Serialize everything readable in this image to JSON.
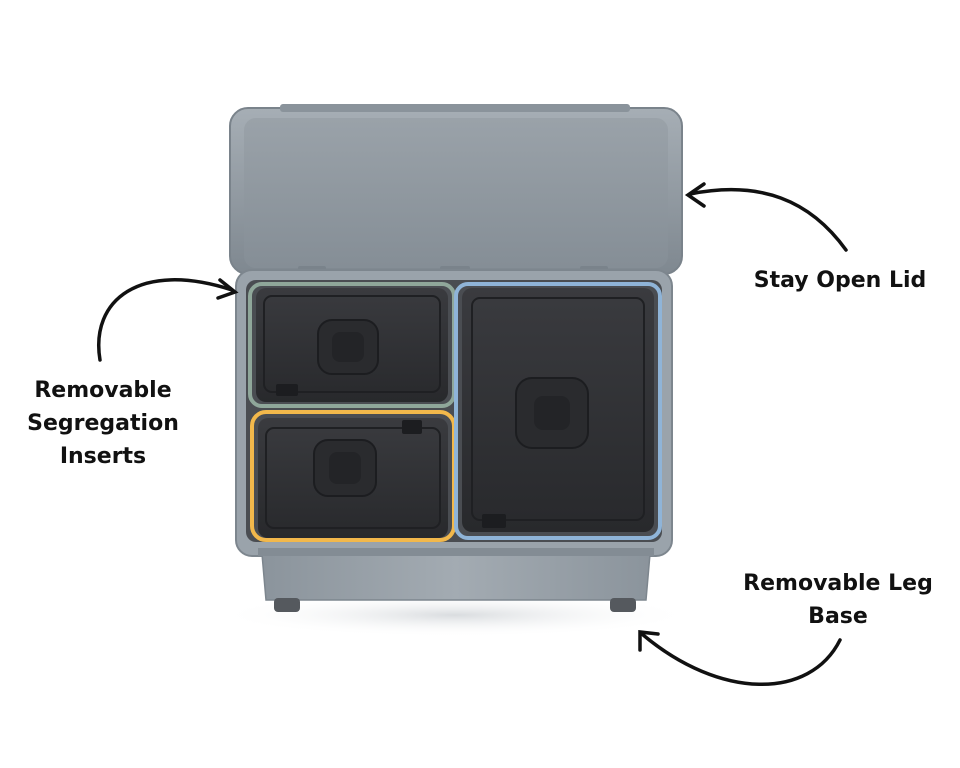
{
  "annotations": {
    "lid": {
      "lines": [
        "Stay Open Lid"
      ]
    },
    "inserts": {
      "lines": [
        "Removable",
        "Segregation",
        "Inserts"
      ]
    },
    "leg": {
      "lines": [
        "Removable Leg",
        "Base"
      ]
    }
  },
  "colors": {
    "bin_body": "#9aa3ab",
    "lid": "#8d969e",
    "insert_lid": "#2f3033",
    "green_insert": "#8fa79a",
    "yellow_insert": "#f2b84b",
    "blue_insert": "#8fb4d8"
  }
}
